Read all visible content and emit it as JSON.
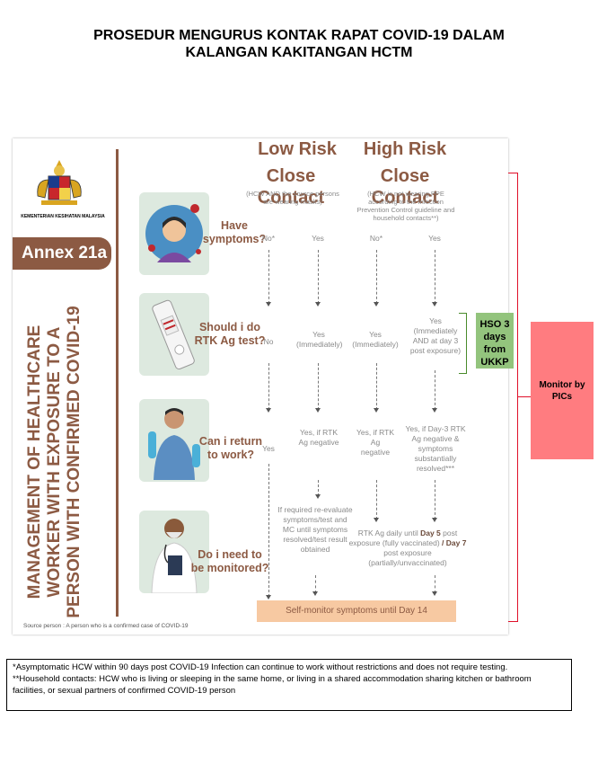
{
  "title": {
    "line1": "PROSEDUR MENGURUS KONTAK RAPAT COVID-19 DALAM",
    "line2": "KALANGAN KAKITANGAN HCTM"
  },
  "poster": {
    "ministry": "KEMENTERIAN KESIHATAN MALAYSIA",
    "annex": "Annex 21a",
    "vertical_title": [
      "MANAGEMENT OF HEALTHCARE",
      "WORKER WITH EXPOSURE TO A",
      "PERSON WITH CONFIRMED COVID-19"
    ],
    "low_risk": {
      "line1": "Low Risk",
      "line2": "Close Contact",
      "note": "(HCW AND the source persons are wearing masks)"
    },
    "high_risk": {
      "line1": "High Risk",
      "line2": "Close Contact",
      "note": "(HCW is not wearing PPE according to the Infection Prevention Control guideline and household contacts**)"
    },
    "questions": [
      {
        "label": "Have symptoms?",
        "cells": [
          "No*",
          "Yes",
          "No*",
          "Yes"
        ]
      },
      {
        "label": "Should i do RTK Ag test?",
        "cells": [
          "No",
          "Yes (Immediately)",
          "Yes (Immediately)",
          "Yes (Immediately AND at day 3 post exposure)"
        ]
      },
      {
        "label": "Can i return to work?",
        "cells": [
          "Yes",
          "Yes, if RTK Ag negative",
          "Yes, if RTK Ag negative",
          "Yes, if Day-3 RTK Ag negative & symptoms substantially resolved***"
        ]
      },
      {
        "label": "Do i need to be monitored?",
        "cells": [
          "",
          "If required re-evaluate symptoms/test and MC until symptoms resolved/test result obtained",
          "RTK Ag daily until Day 5 post exposure (fully vaccinated) / Day 7 post exposure (partially/unvaccinated)"
        ]
      }
    ],
    "self_monitor": "Self-monitor symptoms until Day 14",
    "source_note": "Source person : A person who is a confirmed case of COVID-19"
  },
  "hso_box": "HSO 3 days from UKKP",
  "monitor_box": "Monitor by PICs",
  "notes": {
    "line1": "*Asymptomatic HCW within 90 days post COVID-19 Infection can continue to work without restrictions and does not require testing.",
    "line2": "**Household contacts: HCW who is living or sleeping in the same home, or living in a shared accommodation sharing kitchen or bathroom facilities, or sexual partners of confirmed COVID-19 person"
  },
  "colors": {
    "brown": "#8c5a43",
    "peach": "#f7c9a2",
    "green": "#93c47d",
    "pink": "#ff7c80",
    "red": "#e0102a"
  }
}
